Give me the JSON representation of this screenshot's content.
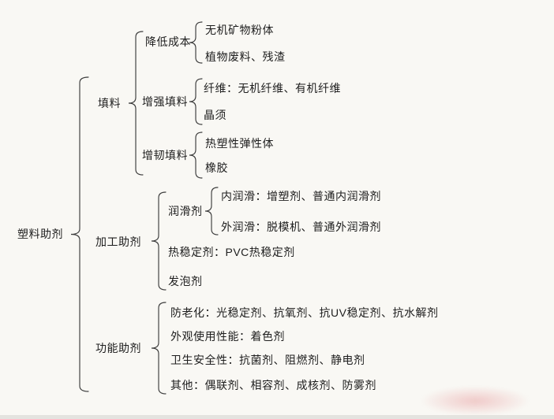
{
  "palette": {
    "background": "#f9f8f4",
    "line_color": "#3c3c3c",
    "text_color": "#1e1e1e",
    "watermark_color": "#e59294"
  },
  "root": {
    "label": "塑料助剂"
  },
  "branches": [
    {
      "label": "填料",
      "children": [
        {
          "label": "降低成本",
          "children": [
            "无机矿物粉体",
            "植物废料、残渣"
          ]
        },
        {
          "label": "增强填料",
          "children": [
            "纤维：无机纤维、有机纤维",
            "晶须"
          ]
        },
        {
          "label": "增韧填料",
          "children": [
            "热塑性弹性体",
            "橡胶"
          ]
        }
      ]
    },
    {
      "label": "加工助剂",
      "children": [
        {
          "label": "润滑剂",
          "children": [
            "内润滑：增塑剂、普通内润滑剂",
            "外润滑：脱模机、普通外润滑剂"
          ]
        },
        {
          "label": "热稳定剂：PVC热稳定剂",
          "children": []
        },
        {
          "label": "发泡剂",
          "children": []
        }
      ]
    },
    {
      "label": "功能助剂",
      "children": [
        {
          "label": "防老化：光稳定剂、抗氧剂、抗UV稳定剂、抗水解剂",
          "children": []
        },
        {
          "label": "外观使用性能：着色剂",
          "children": []
        },
        {
          "label": "卫生安全性：抗菌剂、阻燃剂、静电剂",
          "children": []
        },
        {
          "label": "其他：偶联剂、相容剂、成核剂、防雾剂",
          "children": []
        }
      ]
    }
  ]
}
